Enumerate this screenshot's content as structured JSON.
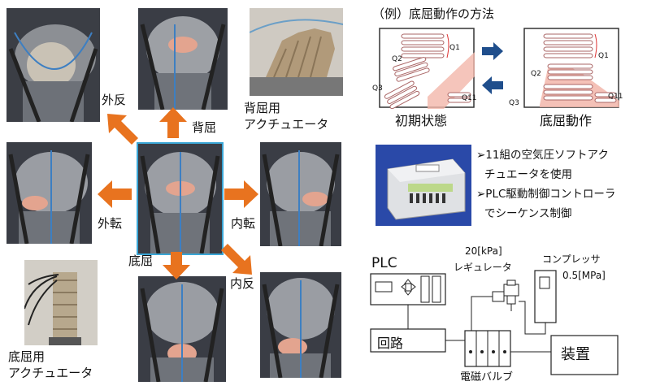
{
  "labels": {
    "gaihan": "外反",
    "haikutsu": "背屈",
    "haikutsu_actuator_l1": "背屈用",
    "haikutsu_actuator_l2": "アクチュエータ",
    "gaiten": "外転",
    "naiten": "内転",
    "teikutsu": "底屈",
    "naihan": "内反",
    "teikutsu_actuator_l1": "底屈用",
    "teikutsu_actuator_l2": "アクチュエータ"
  },
  "example": {
    "title": "（例）底屈動作の方法",
    "initial_label": "初期状態",
    "plantar_label": "底屈動作",
    "q_labels": {
      "q1": "Q1",
      "q2": "Q2",
      "q3": "Q3",
      "q11": "Q11"
    }
  },
  "bullets": [
    {
      "line1": "➢11組の空気圧ソフトアク",
      "line2": "チュエータを使用"
    },
    {
      "line1": "➢PLC駆動制御コントローラ",
      "line2": "でシーケンス制御"
    }
  ],
  "system": {
    "plc": "PLC",
    "regulator_pressure": "20[kPa]",
    "regulator": "レギュレータ",
    "compressor": "コンプレッサ",
    "compressor_pressure": "0.5[MPa]",
    "circuit": "回路",
    "device": "装置",
    "valve": "電磁バルブ"
  },
  "colors": {
    "arrow_orange": "#e8731f",
    "arrow_blue": "#1f4e8c",
    "center_border": "#3aa6d6"
  }
}
